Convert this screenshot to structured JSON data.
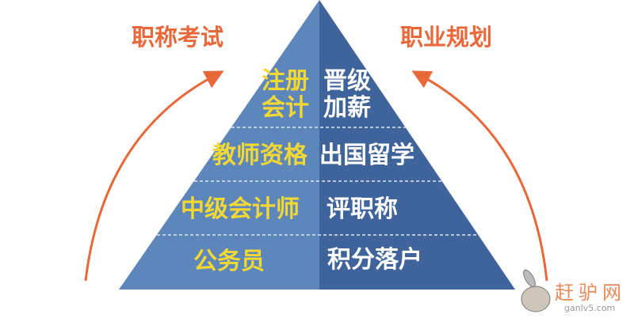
{
  "left_label": "职称考试",
  "right_label": "职业规划",
  "tiers": [
    {
      "left": [
        "注册",
        "会计"
      ],
      "right": [
        "晋级",
        "加薪"
      ]
    },
    {
      "left": [
        "教师资格"
      ],
      "right": [
        "出国留学"
      ]
    },
    {
      "left": [
        "中级会计师"
      ],
      "right": [
        "评职称"
      ]
    },
    {
      "left": [
        "公务员"
      ],
      "right": [
        "积分落户"
      ]
    }
  ],
  "watermark": {
    "name": "赶驴网",
    "url": "ganlv5.com"
  },
  "colors": {
    "left": "#5d86bb",
    "right": "#3e649b",
    "accent": "#e8683a",
    "yellow": "#f2d835"
  }
}
